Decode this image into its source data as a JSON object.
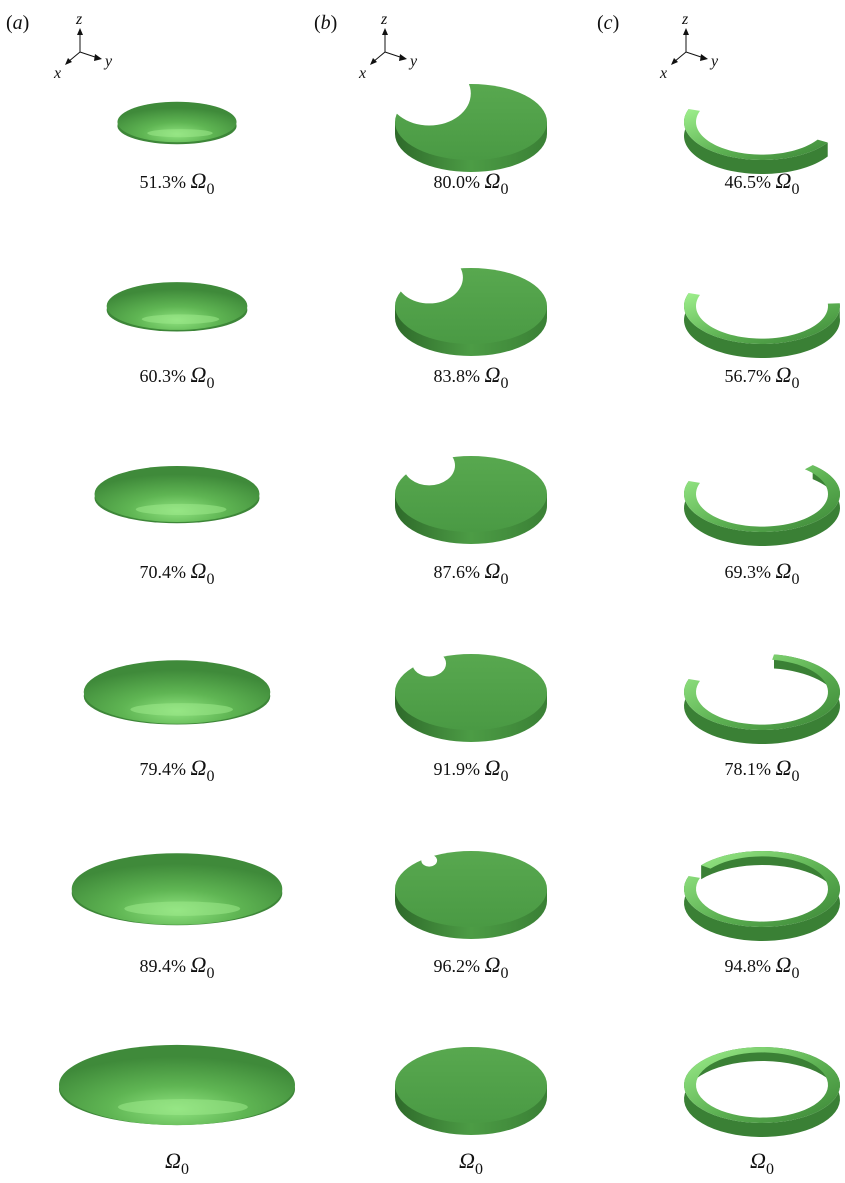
{
  "panels": [
    {
      "label_open": "(",
      "label_letter": "a",
      "label_close": ")"
    },
    {
      "label_open": "(",
      "label_letter": "b",
      "label_close": ")"
    },
    {
      "label_open": "(",
      "label_letter": "c",
      "label_close": ")"
    }
  ],
  "axes": {
    "z": "z",
    "x": "x",
    "y": "y"
  },
  "symbol": "Ω",
  "symbol_sub": "0",
  "colors": {
    "shape_fill": "#4a9a44",
    "shape_light": "#8ee07f",
    "shape_dark": "#2f6e2b",
    "rim": "#3d8638"
  },
  "columns": [
    {
      "kind": "ellipsoid",
      "captions": [
        "51.3%",
        "60.3%",
        "70.4%",
        "79.4%",
        "89.4%",
        ""
      ],
      "levels": [
        0.513,
        0.603,
        0.704,
        0.794,
        0.894,
        1.0
      ]
    },
    {
      "kind": "cut-disk",
      "captions": [
        "80.0%",
        "83.8%",
        "87.6%",
        "91.9%",
        "96.2%",
        ""
      ],
      "levels": [
        0.8,
        0.838,
        0.876,
        0.919,
        0.962,
        1.0
      ]
    },
    {
      "kind": "ring-arc",
      "captions": [
        "46.5%",
        "56.7%",
        "69.3%",
        "78.1%",
        "94.8%",
        ""
      ],
      "levels": [
        0.465,
        0.567,
        0.693,
        0.781,
        0.948,
        1.0
      ]
    }
  ]
}
